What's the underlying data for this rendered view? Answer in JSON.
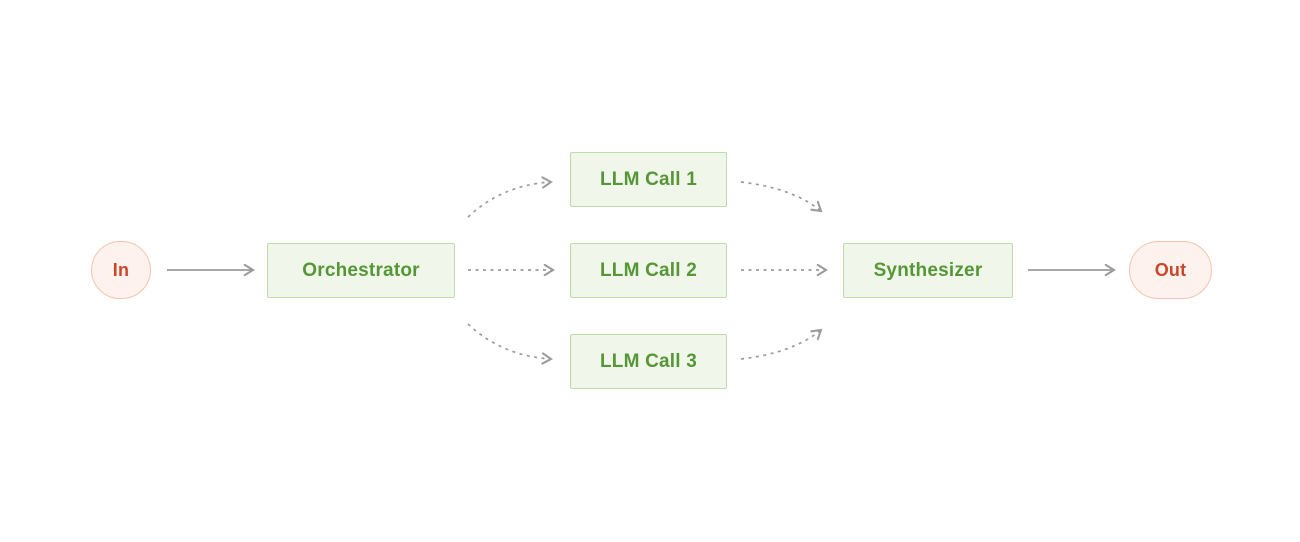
{
  "diagram": {
    "nodes": {
      "input": {
        "label": "In",
        "shape": "pill",
        "role": "terminal"
      },
      "orchestrator": {
        "label": "Orchestrator",
        "shape": "rect",
        "role": "process"
      },
      "llm_call_1": {
        "label": "LLM Call 1",
        "shape": "rect",
        "role": "process"
      },
      "llm_call_2": {
        "label": "LLM Call 2",
        "shape": "rect",
        "role": "process"
      },
      "llm_call_3": {
        "label": "LLM Call 3",
        "shape": "rect",
        "role": "process"
      },
      "synthesizer": {
        "label": "Synthesizer",
        "shape": "rect",
        "role": "process"
      },
      "output": {
        "label": "Out",
        "shape": "pill",
        "role": "terminal"
      }
    },
    "edges": [
      {
        "from": "input",
        "to": "orchestrator",
        "style": "solid"
      },
      {
        "from": "orchestrator",
        "to": "llm_call_1",
        "style": "dashed"
      },
      {
        "from": "orchestrator",
        "to": "llm_call_2",
        "style": "dashed"
      },
      {
        "from": "orchestrator",
        "to": "llm_call_3",
        "style": "dashed"
      },
      {
        "from": "llm_call_1",
        "to": "synthesizer",
        "style": "dashed"
      },
      {
        "from": "llm_call_2",
        "to": "synthesizer",
        "style": "dashed"
      },
      {
        "from": "llm_call_3",
        "to": "synthesizer",
        "style": "dashed"
      },
      {
        "from": "synthesizer",
        "to": "output",
        "style": "solid"
      }
    ],
    "colors": {
      "node_fill": "#f0f7ea",
      "node_border": "#bedcaa",
      "node_text": "#569636",
      "terminal_fill": "#fdf2ee",
      "terminal_border": "#f3c4ae",
      "terminal_text": "#cc4729",
      "arrow": "#9b9b9b",
      "background": "#ffffff"
    }
  }
}
